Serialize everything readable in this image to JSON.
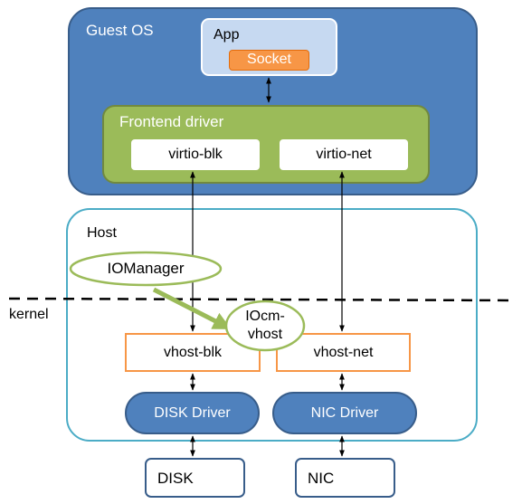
{
  "guest_os": {
    "label": "Guest OS",
    "app": {
      "label": "App",
      "socket_label": "Socket"
    },
    "frontend": {
      "label": "Frontend driver",
      "blk_label": "virtio-blk",
      "net_label": "virtio-net"
    }
  },
  "host": {
    "label": "Host",
    "iomanager_label": "IOManager",
    "iocm_line1": "IOcm-",
    "iocm_line2": "vhost",
    "vhost_blk_label": "vhost-blk",
    "vhost_net_label": "vhost-net",
    "disk_driver_label": "DISK Driver",
    "nic_driver_label": "NIC Driver"
  },
  "kernel_label": "kernel",
  "devices": {
    "disk_label": "DISK",
    "nic_label": "NIC"
  },
  "colors": {
    "guest_fill": "#4f81bd",
    "guest_border": "#385d8a",
    "app_fill": "#c6d9f1",
    "socket_fill": "#f79646",
    "frontend_fill": "#9bbb59",
    "frontend_border": "#71893f",
    "host_border": "#4bacc6",
    "vhost_border": "#f79646",
    "driver_fill": "#4f81bd",
    "device_border": "#385d8a",
    "ellipse_border": "#9bbb59"
  }
}
